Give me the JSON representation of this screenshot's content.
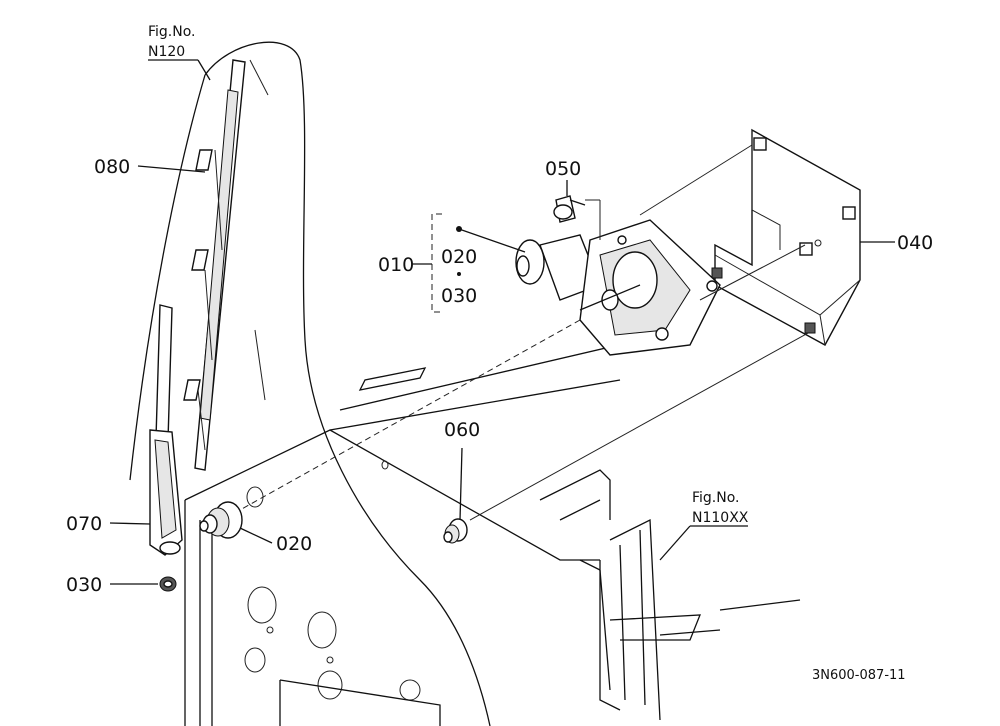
{
  "figure_refs": {
    "top": {
      "line1": "Fig.No.",
      "line2": "N120"
    },
    "right": {
      "line1": "Fig.No.",
      "line2": "N110XX"
    }
  },
  "callouts": {
    "p010": "010",
    "p020_group": "020",
    "p030_group": "030",
    "p040": "040",
    "p050": "050",
    "p060": "060",
    "p070": "070",
    "p080": "080",
    "p020": "020",
    "p030": "030"
  },
  "drawing_number": "3N600-087-11"
}
